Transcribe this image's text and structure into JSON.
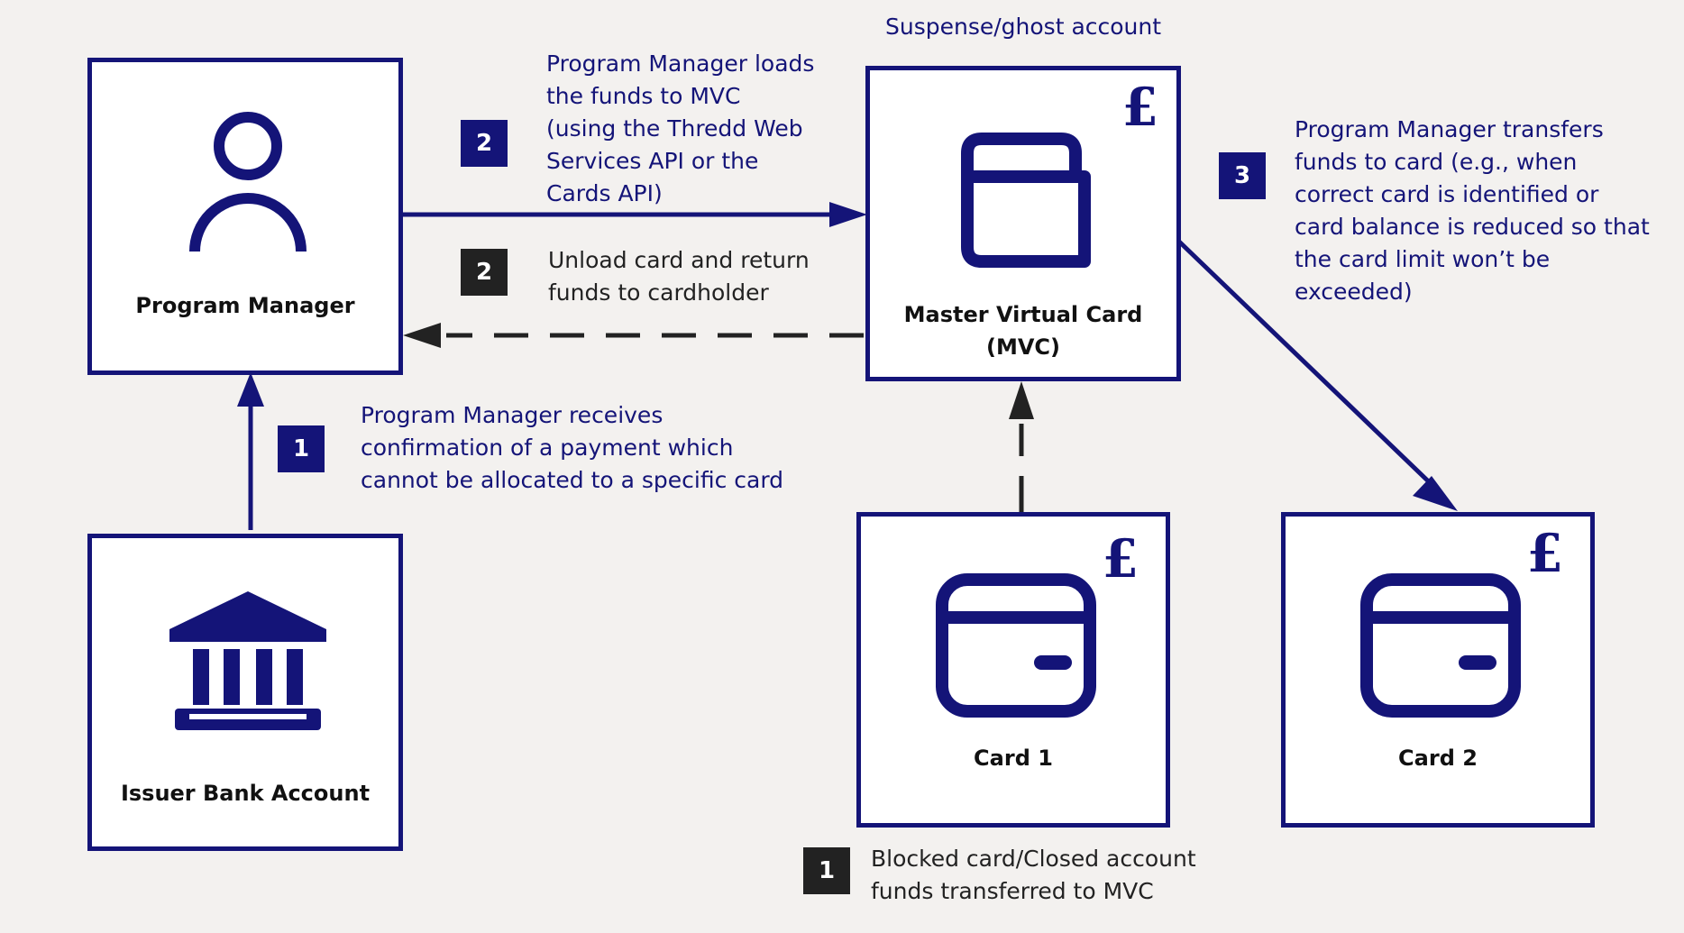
{
  "colors": {
    "accent": "#141478",
    "dark": "#222222",
    "background": "#f3f1ef"
  },
  "nodes": {
    "program_manager": {
      "label": "Program Manager",
      "icon": "person-icon"
    },
    "issuer_bank": {
      "label": "Issuer Bank Account",
      "icon": "bank-icon"
    },
    "mvc": {
      "label_line1": "Master Virtual Card",
      "label_line2": "(MVC)",
      "icon": "wallet-icon",
      "currency": "£"
    },
    "card1": {
      "label": "Card 1",
      "icon": "credit-card-icon",
      "currency": "£"
    },
    "card2": {
      "label": "Card 2",
      "icon": "credit-card-icon",
      "currency": "£"
    }
  },
  "suspense_label": "Suspense/ghost account",
  "steps": [
    {
      "badge": "2",
      "style": "blue",
      "text": "Program Manager loads\nthe funds to MVC\n(using the Thredd Web\nServices API or the\nCards API)"
    },
    {
      "badge": "2",
      "style": "dark",
      "text": "Unload card and return\nfunds to cardholder"
    },
    {
      "badge": "1",
      "style": "blue",
      "text": "Program Manager receives\nconfirmation of a payment which\ncannot be allocated to a specific card"
    },
    {
      "badge": "3",
      "style": "blue",
      "text": "Program Manager transfers\nfunds to card (e.g., when\ncorrect card is identified or\ncard balance is reduced so that\nthe card limit won’t be\nexceeded)"
    },
    {
      "badge": "1",
      "style": "dark",
      "text": "Blocked card/Closed account\nfunds transferred to MVC"
    }
  ]
}
